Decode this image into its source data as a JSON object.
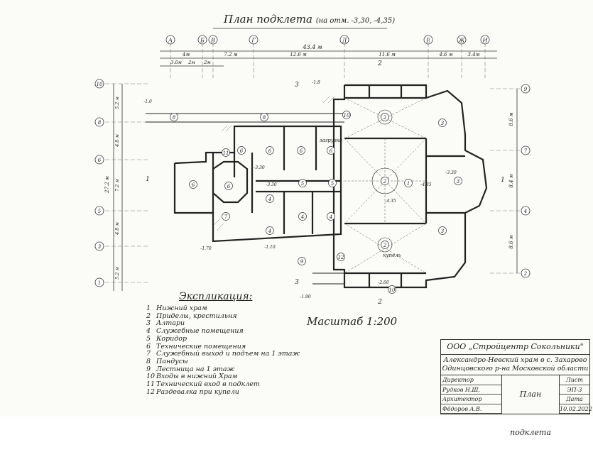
{
  "title": {
    "main": "План подклета",
    "sub": "(на отм. -3,30, -4,35)"
  },
  "scale": "Масштаб 1:200",
  "axes_top": [
    {
      "label": "А"
    },
    {
      "label": "Б"
    },
    {
      "label": "В"
    },
    {
      "label": "Г"
    },
    {
      "label": "Д"
    },
    {
      "label": "Е"
    },
    {
      "label": "Ж"
    },
    {
      "label": "И"
    }
  ],
  "axes_side": [
    {
      "label": "10"
    },
    {
      "label": "8"
    },
    {
      "label": "6"
    },
    {
      "label": "5"
    },
    {
      "label": "3"
    },
    {
      "label": "1"
    }
  ],
  "axes_right": [
    {
      "label": "9"
    },
    {
      "label": "7"
    },
    {
      "label": "4"
    },
    {
      "label": "2"
    }
  ],
  "dims_top": {
    "overall": "43.4 м",
    "row2": [
      "4м",
      "7.2 м",
      "12.6 м",
      "11.6 м",
      "4.6 м",
      "3.4м"
    ],
    "row3": [
      "3.6м",
      "2м",
      "2м"
    ]
  },
  "dims_left": {
    "overall": "27.2 м",
    "parts": [
      "5.2 м",
      "4.8 м",
      "7.2 м",
      "4.8 м",
      "5.2 м"
    ]
  },
  "dims_right": [
    "8.6 м",
    "8.4 м",
    "8.6 м"
  ],
  "section_marks": [
    "2",
    "3",
    "1",
    "1",
    "3",
    "2"
  ],
  "elevations": [
    "-1.0",
    "-1.8",
    "-3.30",
    "-4.35",
    "-1.70",
    "-1.10",
    "-1.90",
    "-3.30",
    "-4.35",
    "-3.30",
    "-2.60"
  ],
  "room_numbers": [
    "8",
    "8",
    "6",
    "6",
    "6",
    "6",
    "6",
    "6",
    "11",
    "7",
    "4",
    "4",
    "4",
    "4",
    "5",
    "5",
    "12",
    "9",
    "10",
    "10",
    "2",
    "2",
    "2",
    "3",
    "3",
    "3",
    "1"
  ],
  "labels": {
    "loading": "загрузка",
    "font": "купель"
  },
  "legend": {
    "heading": "Экспликация:",
    "items": [
      {
        "n": "1",
        "text": "Нижний храм"
      },
      {
        "n": "2",
        "text": "Приделы, крестильня"
      },
      {
        "n": "3",
        "text": "Алтари"
      },
      {
        "n": "4",
        "text": "Служебные помещения"
      },
      {
        "n": "5",
        "text": "Коридор"
      },
      {
        "n": "6",
        "text": "Технические помещения"
      },
      {
        "n": "7",
        "text": "Служебный выход и подъем на 1 этаж"
      },
      {
        "n": "8",
        "text": "Пандусы"
      },
      {
        "n": "9",
        "text": "Лестница на 1 этаж"
      },
      {
        "n": "10",
        "text": "Входы в нижний Храм"
      },
      {
        "n": "11",
        "text": "Технический вход в подклет"
      },
      {
        "n": "12",
        "text": "Раздевалка при купели"
      }
    ]
  },
  "stamp": {
    "org": "ООО „Стройцентр Сокольники\"",
    "project": "Александро-Невский храм в с. Захарово Одинцовского р-на Московской области",
    "roles": [
      "Директор",
      "Рудков Н.Ш.",
      "Архитектор",
      "Фёдоров А.В."
    ],
    "sheet_name": "План подклета",
    "meta": [
      "Лист",
      "ЭП-3",
      "Дата",
      "10.02.2022"
    ]
  }
}
